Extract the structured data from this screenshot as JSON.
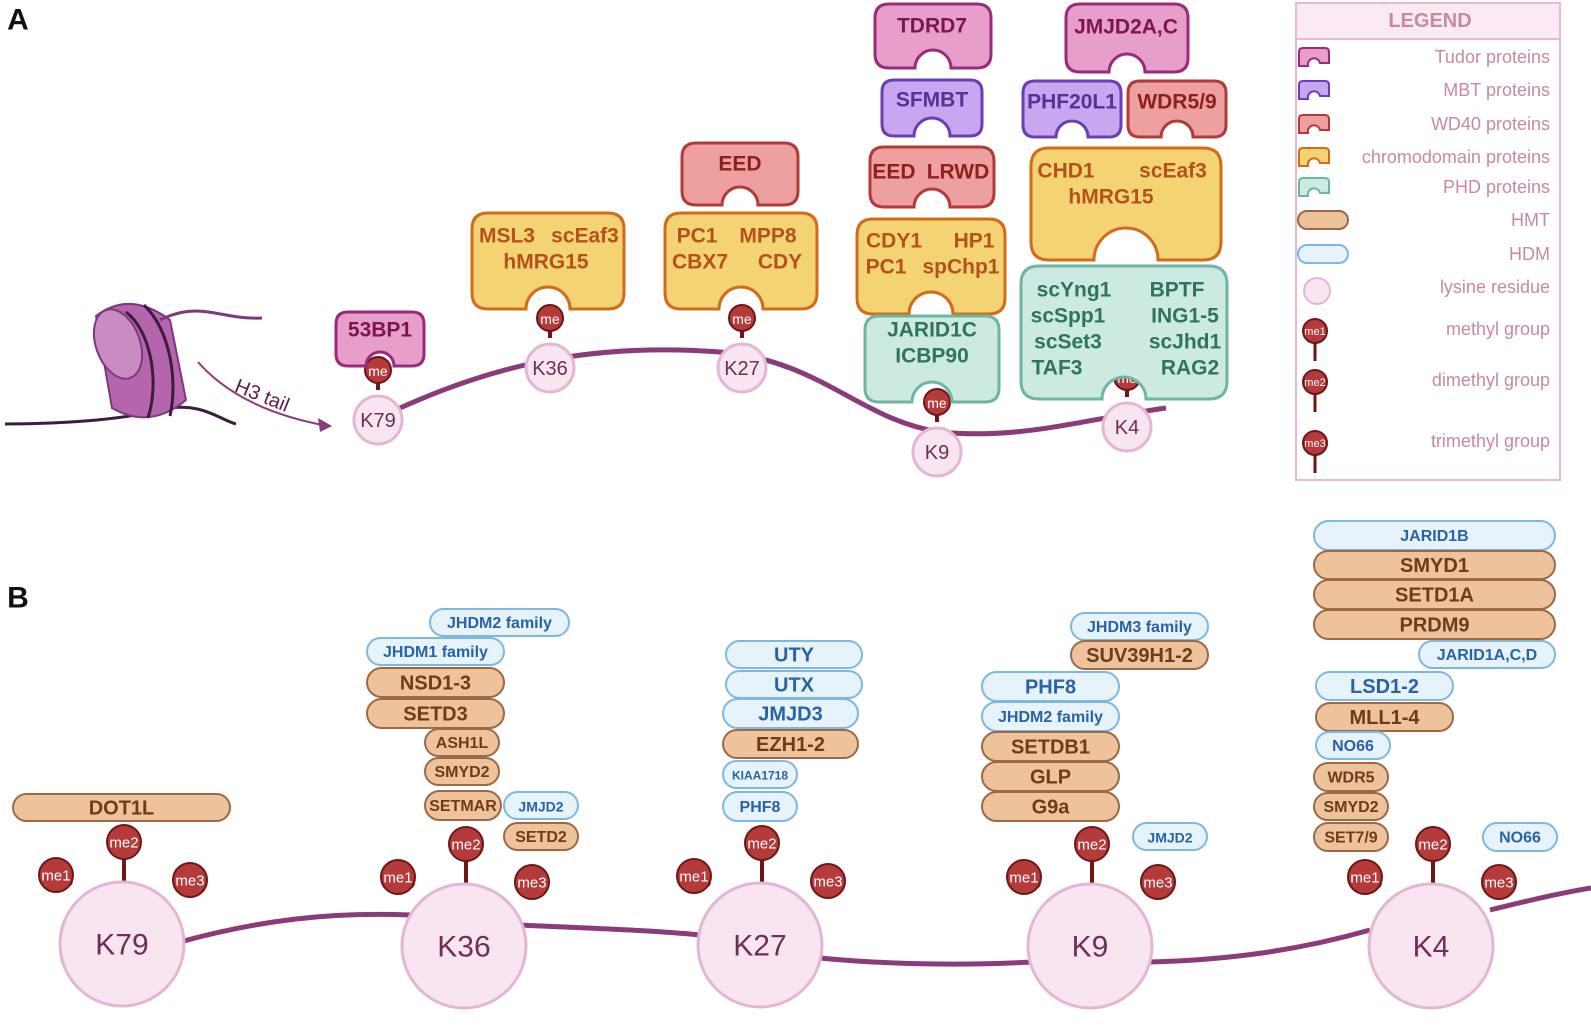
{
  "panels": {
    "a": "A",
    "b": "B"
  },
  "colors": {
    "tudor": {
      "fill": "#e79ecb",
      "stroke": "#9a2a7c",
      "text": "#7c1550"
    },
    "mbt": {
      "fill": "#c9a6f0",
      "stroke": "#6a3fb3",
      "text": "#5a2f96"
    },
    "wd40": {
      "fill": "#ee9f9f",
      "stroke": "#b23a3a",
      "text": "#8c1f1f"
    },
    "chromo": {
      "fill": "#f4d374",
      "stroke": "#d26b1a",
      "text": "#b5521a"
    },
    "phd": {
      "fill": "#cdeae2",
      "stroke": "#6fb6a2",
      "text": "#2f7361"
    },
    "hmt": {
      "fill": "#eec29b",
      "stroke": "#9a6a48",
      "text": "#6e3c1a"
    },
    "hdm": {
      "fill": "#e6f3fa",
      "stroke": "#7fb7e3",
      "text": "#2a62a8"
    },
    "lysine": {
      "fill": "#f8e5f1",
      "stroke": "#e3b7d3",
      "text": "#6e2f56"
    },
    "methyl": {
      "fill": "#b53a3a",
      "stroke": "#6d1717"
    },
    "tail": "#8c3b7a",
    "nucleosome": "#b565ad"
  },
  "legend": {
    "title": "LEGEND",
    "items": [
      {
        "icon": "tudor",
        "label": "Tudor proteins"
      },
      {
        "icon": "mbt",
        "label": "MBT proteins"
      },
      {
        "icon": "wd40",
        "label": "WD40 proteins"
      },
      {
        "icon": "chromo",
        "label": "chromodomain proteins"
      },
      {
        "icon": "phd",
        "label": "PHD proteins"
      },
      {
        "icon": "hmt",
        "label": "HMT"
      },
      {
        "icon": "hdm",
        "label": "HDM"
      },
      {
        "icon": "lysine",
        "label": "lysine residue"
      },
      {
        "icon": "me1",
        "label": "methyl group"
      },
      {
        "icon": "me2",
        "label": "dimethyl group"
      },
      {
        "icon": "me3",
        "label": "trimethyl group"
      }
    ]
  },
  "panel_a": {
    "tail_label": "H3 tail",
    "me_label": "me",
    "lysines": [
      "K79",
      "K36",
      "K27",
      "K9",
      "K4"
    ],
    "readers": {
      "k79_tudor": [
        "53BP1"
      ],
      "k36_chromo": [
        "MSL3",
        "scEaf3",
        "hMRG15"
      ],
      "k27_wd40": [
        "EED"
      ],
      "k27_chromo": [
        "PC1",
        "MPP8",
        "CBX7",
        "CDY"
      ],
      "k9_tudor": [
        "TDRD7"
      ],
      "k9_mbt": [
        "SFMBT"
      ],
      "k9_wd40": [
        "EED",
        "LRWD"
      ],
      "k9_chromo": [
        "CDY1",
        "HP1",
        "PC1",
        "spChp1"
      ],
      "k9_phd": [
        "JARID1C",
        "ICBP90"
      ],
      "k4_tudor": [
        "JMJD2A,C"
      ],
      "k4_mbt": [
        "PHF20L1"
      ],
      "k4_wd40": [
        "WDR5/9"
      ],
      "k4_chromo": [
        "CHD1",
        "scEaf3",
        "hMRG15"
      ],
      "k4_phd": [
        "scYng1",
        "BPTF",
        "scSpp1",
        "ING1-5",
        "scSet3",
        "scJhd1",
        "TAF3",
        "RAG2"
      ]
    }
  },
  "panel_b": {
    "lysines": [
      "K79",
      "K36",
      "K27",
      "K9",
      "K4"
    ],
    "me_labels": [
      "me1",
      "me2",
      "me3"
    ],
    "enzymes": {
      "k79": [
        {
          "label": "DOT1L",
          "kind": "hmt"
        }
      ],
      "k36": [
        {
          "label": "JHDM2 family",
          "kind": "hdm"
        },
        {
          "label": "JHDM1 family",
          "kind": "hdm"
        },
        {
          "label": "NSD1-3",
          "kind": "hmt"
        },
        {
          "label": "SETD3",
          "kind": "hmt"
        },
        {
          "label": "ASH1L",
          "kind": "hmt"
        },
        {
          "label": "SMYD2",
          "kind": "hmt"
        },
        {
          "label": "SETMAR",
          "kind": "hmt"
        },
        {
          "label": "JMJD2",
          "kind": "hdm"
        },
        {
          "label": "SETD2",
          "kind": "hmt"
        }
      ],
      "k27": [
        {
          "label": "UTY",
          "kind": "hdm"
        },
        {
          "label": "UTX",
          "kind": "hdm"
        },
        {
          "label": "JMJD3",
          "kind": "hdm"
        },
        {
          "label": "EZH1-2",
          "kind": "hmt"
        },
        {
          "label": "KIAA1718",
          "kind": "hdm"
        },
        {
          "label": "PHF8",
          "kind": "hdm"
        }
      ],
      "k9": [
        {
          "label": "JHDM3 family",
          "kind": "hdm"
        },
        {
          "label": "SUV39H1-2",
          "kind": "hmt"
        },
        {
          "label": "PHF8",
          "kind": "hdm"
        },
        {
          "label": "JHDM2 family",
          "kind": "hdm"
        },
        {
          "label": "SETDB1",
          "kind": "hmt"
        },
        {
          "label": "GLP",
          "kind": "hmt"
        },
        {
          "label": "G9a",
          "kind": "hmt"
        },
        {
          "label": "JMJD2",
          "kind": "hdm"
        }
      ],
      "k4": [
        {
          "label": "JARID1B",
          "kind": "hdm"
        },
        {
          "label": "SMYD1",
          "kind": "hmt"
        },
        {
          "label": "SETD1A",
          "kind": "hmt"
        },
        {
          "label": "PRDM9",
          "kind": "hmt"
        },
        {
          "label": "JARID1A,C,D",
          "kind": "hdm"
        },
        {
          "label": "LSD1-2",
          "kind": "hdm"
        },
        {
          "label": "MLL1-4",
          "kind": "hmt"
        },
        {
          "label": "NO66",
          "kind": "hdm"
        },
        {
          "label": "WDR5",
          "kind": "hmt"
        },
        {
          "label": "SMYD2",
          "kind": "hmt"
        },
        {
          "label": "SET7/9",
          "kind": "hmt"
        },
        {
          "label": "NO66",
          "kind": "hdm"
        }
      ]
    }
  }
}
